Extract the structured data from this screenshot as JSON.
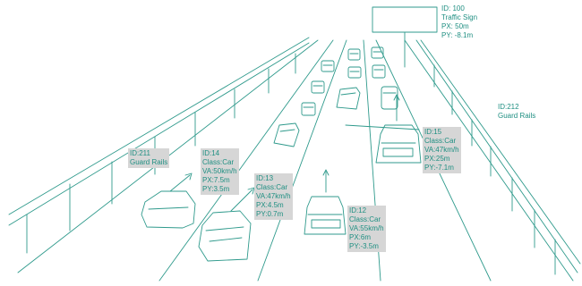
{
  "colors": {
    "line": "#2f9a8c",
    "label_bg": "#d6d6d6",
    "label_text": "#1f8f82"
  },
  "labels": {
    "traffic_sign": [
      "ID: 100",
      "Traffic Sign",
      "PX: 50m",
      "PY: -8.1m"
    ],
    "guard_rails_right": [
      "ID:212",
      "Guard Rails"
    ],
    "guard_rails_left": [
      "ID:211",
      "Guard Rails"
    ],
    "car_14": [
      "ID:14",
      "Class:Car",
      "VA:50km/h",
      "PX:7.5m",
      "PY:3.5m"
    ],
    "car_13": [
      "ID:13",
      "Class:Car",
      "VA:47km/h",
      "PX:4.5m",
      "PY:0.7m"
    ],
    "car_12": [
      "ID:12",
      "Class:Car",
      "VA:55km/h",
      "PX:6m",
      "PY:-3.5m"
    ],
    "car_15": [
      "ID:15",
      "Class:Car",
      "VA:47km/h",
      "PX:25m",
      "PY:-7.1m"
    ]
  }
}
